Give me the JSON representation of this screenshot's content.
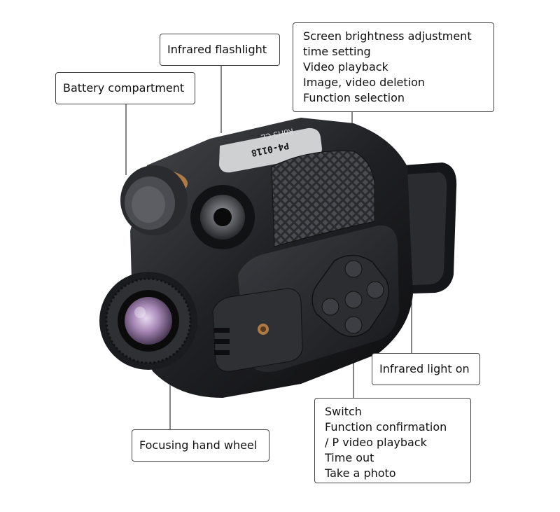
{
  "callouts": {
    "infrared_flashlight": "Infrared flashlight",
    "battery_compartment": "Battery compartment",
    "buttons_top": [
      "Screen brightness adjustment",
      "time setting",
      "Video playback",
      "Image, video deletion",
      "Function selection"
    ],
    "infrared_light_on": "Infrared light on",
    "buttons_bottom": [
      "Switch",
      "Function confirmation",
      "/ P video playback",
      "Time out",
      "Take a photo"
    ],
    "focusing_wheel": "Focusing hand wheel"
  },
  "device": {
    "model_label": "P4-0118",
    "marks_label": "RoHS CE"
  },
  "colors": {
    "body": "#1c1d20",
    "body_highlight": "#3a3c41",
    "lens_glass": "#a889b8",
    "ring_accent": "#b07a45",
    "leader_line": "#333333"
  }
}
